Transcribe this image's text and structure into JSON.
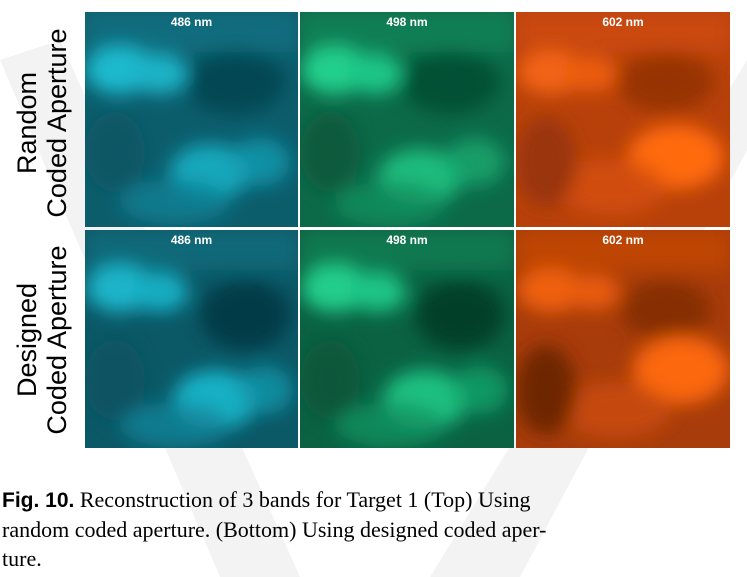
{
  "figure": {
    "rows": [
      {
        "label_lines": [
          "Random",
          "Coded Aperture"
        ],
        "panels": [
          {
            "band": "486 nm",
            "color": "#14b4c8"
          },
          {
            "band": "498 nm",
            "color": "#10c287"
          },
          {
            "band": "602 nm",
            "color": "#f05a0a"
          }
        ]
      },
      {
        "label_lines": [
          "Designed",
          "Coded Aperture"
        ],
        "panels": [
          {
            "band": "486 nm",
            "color": "#14b4c8"
          },
          {
            "band": "498 nm",
            "color": "#10c287"
          },
          {
            "band": "602 nm",
            "color": "#f05a0a"
          }
        ]
      }
    ]
  },
  "caption": {
    "fig_id": "Fig. 10.",
    "text_lines": [
      "Reconstruction of 3 bands for Target 1 (Top) Using",
      "random coded aperture. (Bottom) Using designed coded aper-",
      "ture."
    ]
  }
}
